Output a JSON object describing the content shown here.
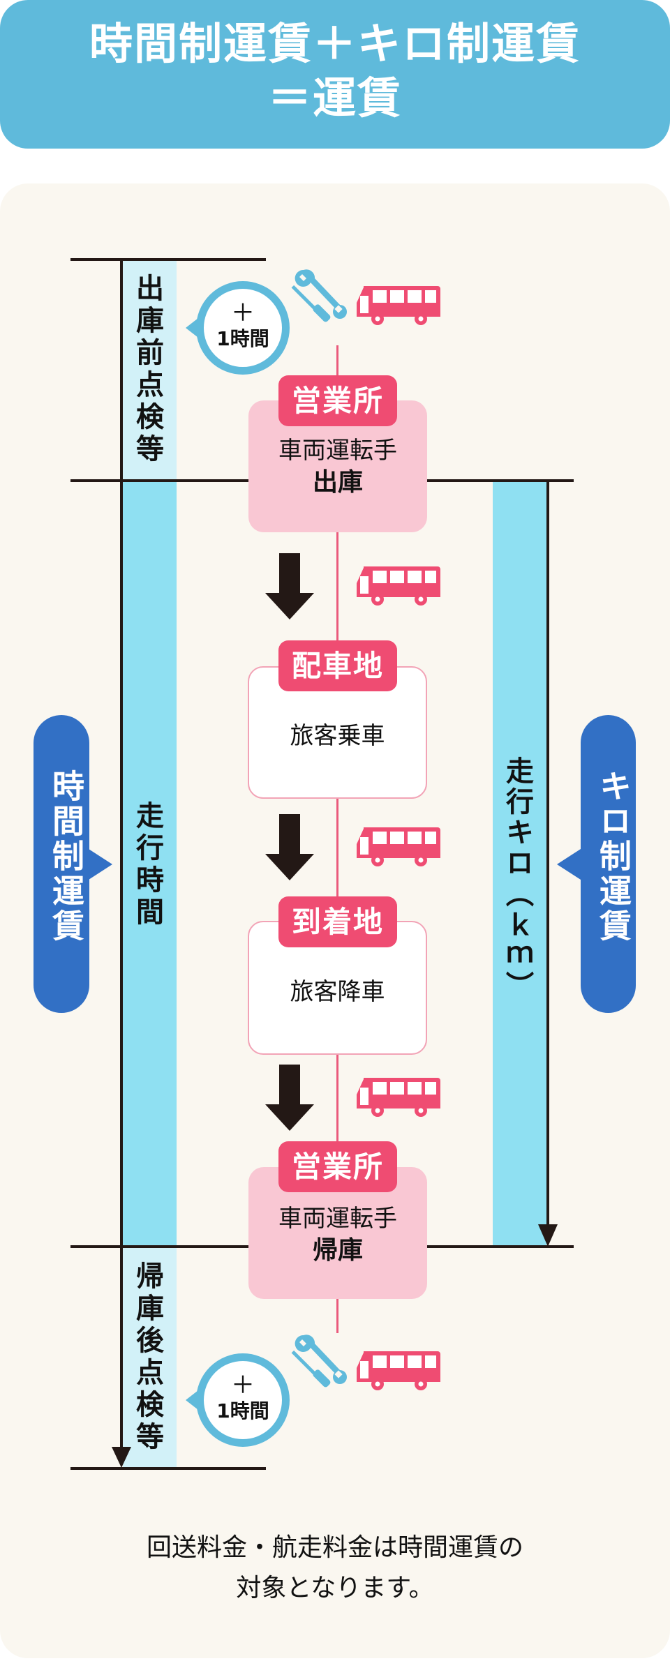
{
  "header": {
    "title_line1": "時間制運賃＋キロ制運賃",
    "title_line2": "＝運賃"
  },
  "colors": {
    "header_bg": "#5fbadb",
    "panel_bg": "#faf7f0",
    "fare_pill": "#3270c5",
    "band": "#8fe0f2",
    "band_light": "#d2f1f8",
    "badge": "#ef4c72",
    "bus": "#ef4c72",
    "office_box": "#f9c7d3",
    "tools": "#5fbadb"
  },
  "left_axis": {
    "pre_inspection_label": "出庫前点検等",
    "running_time_label": "走行時間",
    "post_inspection_label": "帰庫後点検等",
    "fare_type_label": "時間制運賃"
  },
  "right_axis": {
    "running_km_label": "走行キロ（ｋｍ）",
    "fare_type_label": "キロ制運賃"
  },
  "bubbles": [
    {
      "plus": "＋",
      "hours": "1時間"
    },
    {
      "plus": "＋",
      "hours": "1時間"
    }
  ],
  "icons": {
    "bus": "bus-icon",
    "tools": "wrench-screwdriver-icon",
    "arrow": "arrow-down-icon"
  },
  "steps": [
    {
      "badge": "営業所",
      "sub": "車両運転手",
      "main": "出庫"
    },
    {
      "badge": "配車地",
      "sub": "旅客乗車"
    },
    {
      "badge": "到着地",
      "sub": "旅客降車"
    },
    {
      "badge": "営業所",
      "sub": "車両運転手",
      "main": "帰庫"
    }
  ],
  "footnote": {
    "line1": "回送料金・航走料金は時間運賃の",
    "line2": "対象となります。"
  }
}
